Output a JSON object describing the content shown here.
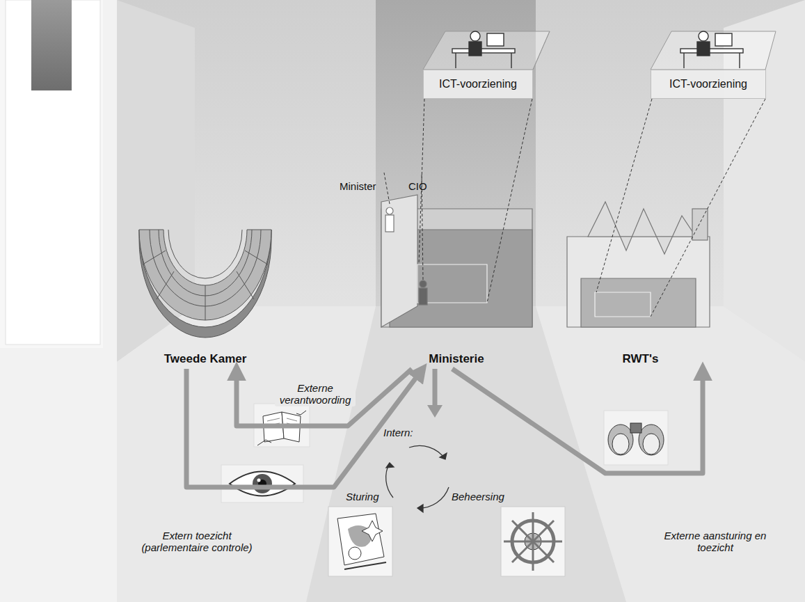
{
  "diagram": {
    "nodes": [
      {
        "text": [
          "Tweede Kamer"
        ]
      },
      {
        "text": [
          "Ministerie"
        ]
      },
      {
        "text": [
          "RWT's"
        ]
      },
      {
        "text": [
          "ICT-voorziening"
        ]
      },
      {
        "text": [
          "ICT-voorziening"
        ]
      }
    ],
    "edges": [
      {
        "from": 1,
        "to": 0,
        "arrow": "to",
        "label": "Externe verantwoording"
      },
      {
        "from": 0,
        "to": 1,
        "arrow": "to",
        "label": "Extern toezicht (parlementaire controle)"
      },
      {
        "from": 1,
        "to": 2,
        "arrow": "to",
        "label": "Externe aansturing en toezicht"
      }
    ],
    "labels": [
      "Minister",
      "CIO",
      "Intern:",
      "Sturing",
      "Beheersing"
    ]
  }
}
